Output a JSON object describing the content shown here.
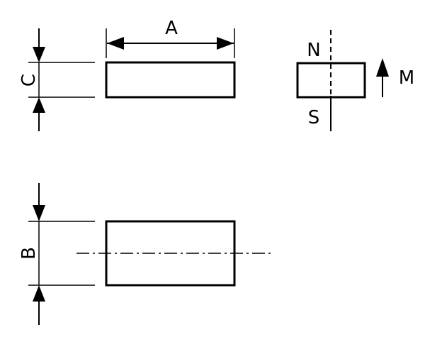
{
  "diagram": {
    "labels": {
      "a": "A",
      "b": "B",
      "c": "C",
      "n": "N",
      "s": "S",
      "m": "M"
    },
    "colors": {
      "ink": "#000000",
      "background": "#ffffff"
    }
  }
}
